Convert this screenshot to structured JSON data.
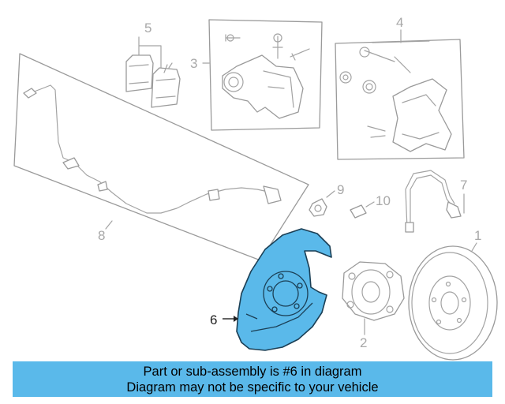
{
  "diagram": {
    "highlight_color": "#5ab9ea",
    "callouts": {
      "c1": "1",
      "c2": "2",
      "c3": "3",
      "c4": "4",
      "c5": "5",
      "c6": "6",
      "c7": "7",
      "c8": "8",
      "c9": "9",
      "c10": "10"
    }
  },
  "banner": {
    "background": "#5ab9ea",
    "line1": "Part or sub-assembly is #6 in diagram",
    "line2": "Diagram may not be specific to your vehicle"
  }
}
